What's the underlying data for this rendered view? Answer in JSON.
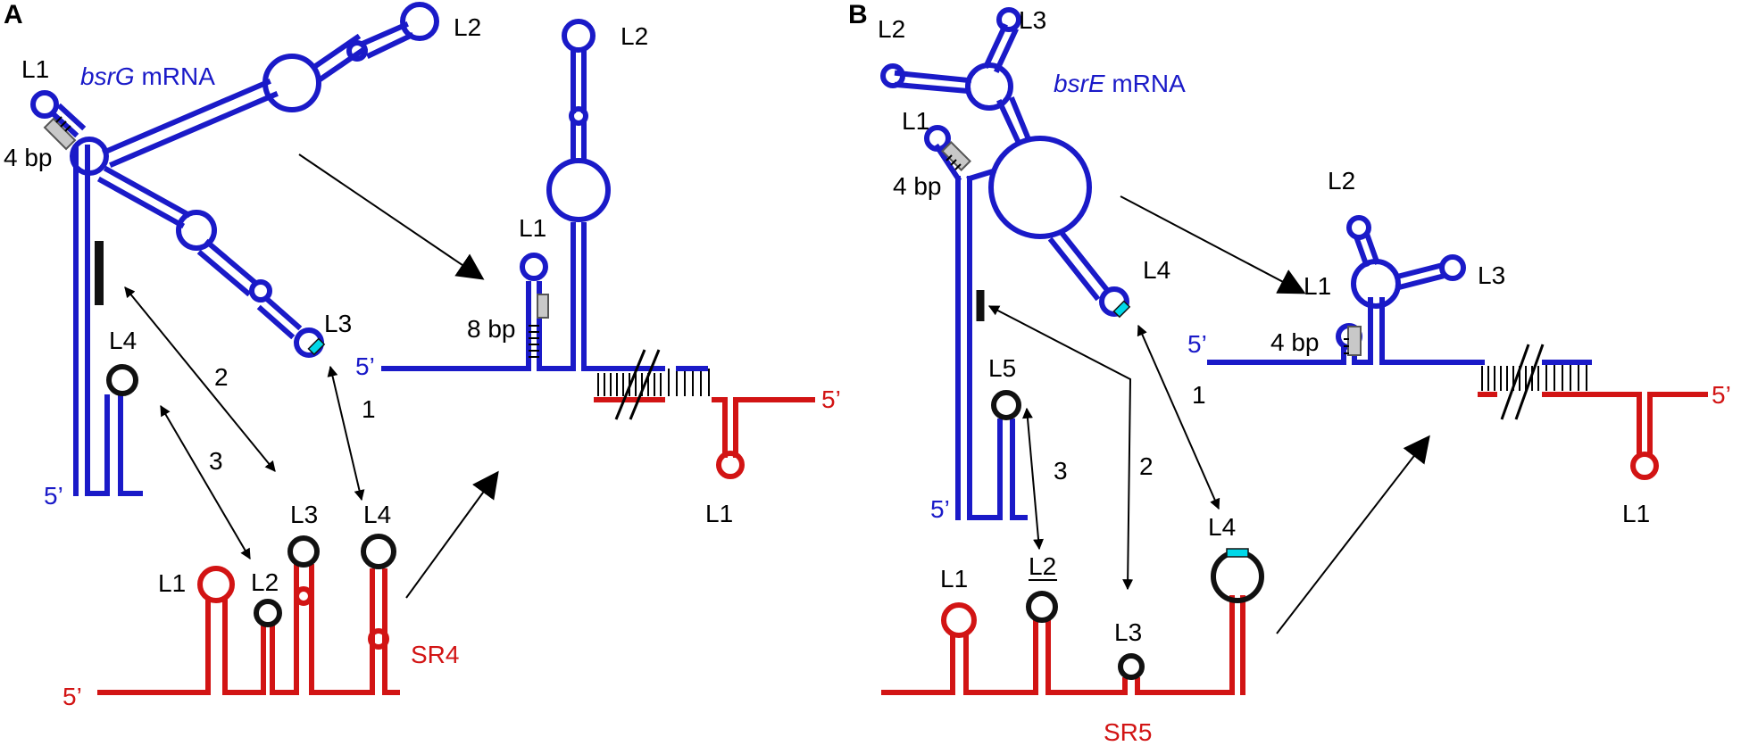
{
  "colors": {
    "target": "#1a1ac8",
    "srna": "#d21414",
    "loop": "#111111",
    "box": "#c8c8c8",
    "cyan": "#00d8e8"
  },
  "panel_a": {
    "letter": "A",
    "mrna_name": "bsrG",
    "mrna_suffix": " mRNA",
    "srna_name": "SR4",
    "five_prime": "5’",
    "mrna_loops": {
      "l1": "L1",
      "l2": "L2",
      "l3": "L3",
      "l4": "L4"
    },
    "srna_loops": {
      "l1": "L1",
      "l2": "L2",
      "l3": "L3",
      "l4": "L4"
    },
    "bp_label": "4 bp",
    "numbers": {
      "n1": "1",
      "n2": "2",
      "n3": "3"
    },
    "complex": {
      "l1": "L1",
      "l2": "L2",
      "bp_label": "8 bp",
      "red_l1": "L1"
    }
  },
  "panel_b": {
    "letter": "B",
    "mrna_name": "bsrE",
    "mrna_suffix": " mRNA",
    "srna_name": "SR5",
    "five_prime": "5’",
    "mrna_loops": {
      "l1": "L1",
      "l2": "L2",
      "l3": "L3",
      "l4": "L4",
      "l5": "L5"
    },
    "srna_loops": {
      "l1": "L1",
      "l2": "L2",
      "l3": "L3",
      "l4": "L4"
    },
    "bp_label": "4 bp",
    "numbers": {
      "n1": "1",
      "n2": "2",
      "n3": "3"
    },
    "complex": {
      "l1": "L1",
      "l2": "L2",
      "l3": "L3",
      "bp_label": "4 bp",
      "red_l1": "L1"
    }
  }
}
